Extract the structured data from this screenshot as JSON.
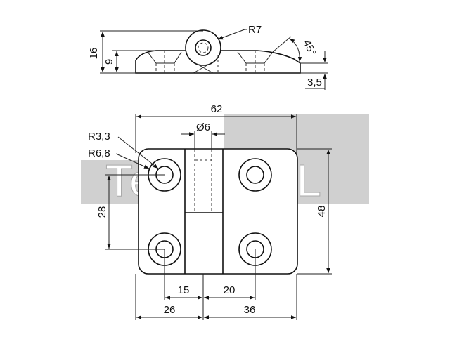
{
  "watermark": {
    "left_text": "Tech",
    "right_text": "XXL"
  },
  "side_view": {
    "radius_label": "R7",
    "angle_label": "45°",
    "height_label": "16",
    "leaf_height_label": "9",
    "thickness_label": "3,5"
  },
  "top_view": {
    "width_label": "62",
    "pin_diameter_label": "Ø6",
    "hole_radius_label": "R3,3",
    "counterbore_radius_label": "R6,8",
    "hole_spacing_label": "28",
    "height_label": "48",
    "offset_left_label": "15",
    "offset_right_label": "20",
    "left_width_label": "26",
    "right_width_label": "36"
  }
}
